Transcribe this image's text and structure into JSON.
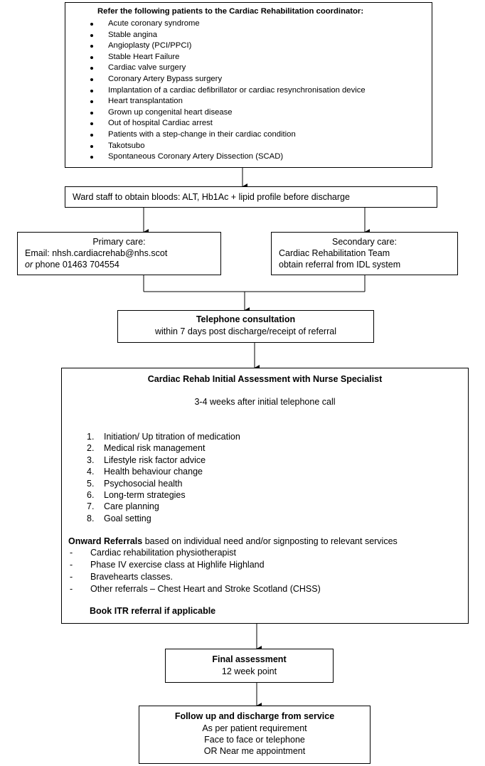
{
  "referral_box": {
    "heading": "Refer the following patients to the Cardiac Rehabilitation coordinator:",
    "conditions": [
      "Acute coronary syndrome",
      "Stable angina",
      "Angioplasty (PCI/PPCI)",
      "Stable Heart Failure",
      "Cardiac valve surgery",
      "Coronary Artery Bypass surgery",
      "Implantation of a cardiac defibrillator or cardiac resynchronisation device",
      "Heart transplantation",
      "Grown up congenital heart disease",
      "Out of hospital Cardiac arrest",
      "Patients with a step-change in their cardiac condition",
      "Takotsubo",
      "Spontaneous Coronary Artery Dissection (SCAD)"
    ]
  },
  "bloods_box": {
    "text": "Ward staff to obtain bloods: ALT, Hb1Ac + lipid profile before discharge"
  },
  "primary_care": {
    "title": "Primary care:",
    "email_line": "Email: nhsh.cardiacrehab@nhs.scot",
    "or_word": "or",
    "phone_line": " phone 01463 704554"
  },
  "secondary_care": {
    "title": "Secondary care:",
    "line1": "Cardiac Rehabilitation Team",
    "line2": "obtain referral from IDL system"
  },
  "telephone_box": {
    "title": "Telephone consultation",
    "subtitle": "within 7 days post discharge/receipt of referral"
  },
  "assessment_box": {
    "title": "Cardiac Rehab Initial Assessment with Nurse Specialist",
    "timing": "3-4 weeks after initial telephone call",
    "items": [
      {
        "num": "1.",
        "text": "Initiation/ Up titration of medication"
      },
      {
        "num": "2.",
        "text": "Medical risk management"
      },
      {
        "num": "3.",
        "text": "Lifestyle risk factor advice"
      },
      {
        "num": "4.",
        "text": "Health behaviour change"
      },
      {
        "num": "5.",
        "text": "Psychosocial health"
      },
      {
        "num": "6.",
        "text": "Long-term strategies"
      },
      {
        "num": "7.",
        "text": "Care planning"
      },
      {
        "num": "8.",
        "text": "Goal setting"
      }
    ],
    "onward_bold": "Onward Referrals",
    "onward_rest": " based on individual need and/or signposting to relevant services",
    "dash_marker": "-",
    "onward_items": [
      "Cardiac rehabilitation physiotherapist",
      "Phase IV exercise class at Highlife Highland",
      "Bravehearts classes.",
      "Other referrals – Chest Heart and Stroke Scotland (CHSS)"
    ],
    "itr_note": "Book ITR referral if applicable"
  },
  "final_box": {
    "title": "Final assessment",
    "subtitle": "12 week point"
  },
  "followup_box": {
    "title": "Follow up and discharge from service",
    "line1": "As per patient requirement",
    "line2": "Face to face or telephone",
    "line3": "OR Near me appointment"
  }
}
